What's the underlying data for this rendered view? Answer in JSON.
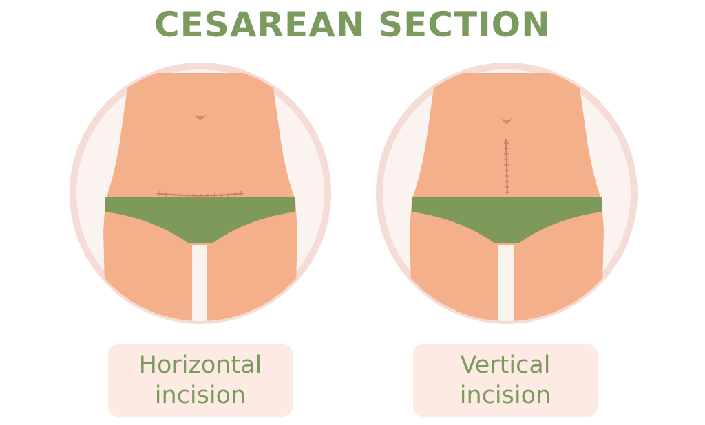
{
  "title": "CESAREAN SECTION",
  "panels": [
    {
      "label_line1": "Horizontal",
      "label_line2": "incision",
      "incision": "horizontal"
    },
    {
      "label_line1": "Vertical",
      "label_line2": "incision",
      "incision": "vertical"
    }
  ],
  "colors": {
    "title": "#7a9a5e",
    "skin": "#f3b08b",
    "circle_ring": "#f5dcd6",
    "circle_fill": "#fbf3f0",
    "underwear": "#7d9a5b",
    "label_box": "#fdebe3",
    "scar": "#c97d62",
    "navel": "#e0866a"
  }
}
